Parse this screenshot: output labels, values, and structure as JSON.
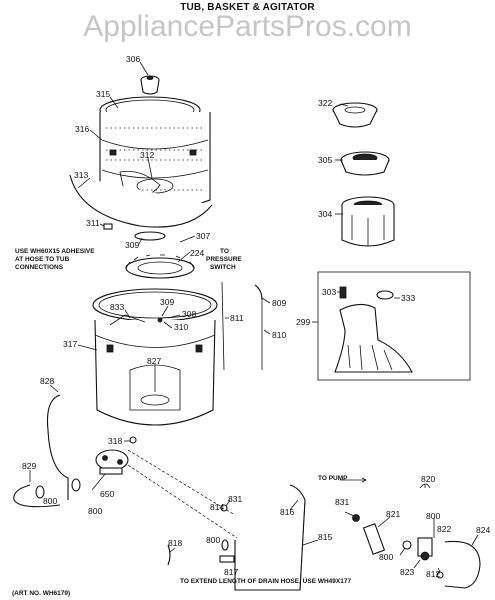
{
  "title": "TUB, BASKET & AGITATOR",
  "watermark": "AppliancePartsPros.com",
  "notes": {
    "adhesive_line1": "USE WH60X15 ADHESIVE",
    "adhesive_line2": "AT HOSE TO TUB",
    "adhesive_line3": "CONNECTIONS",
    "pressure_line1": "TO",
    "pressure_line2": "PRESSURE",
    "pressure_line3": "SWITCH",
    "to_pump": "TO PUMP",
    "drain_hose": "TO EXTEND LENGTH OF DRAIN HOSE, USE WH49X177",
    "art_no": "(ART NO. WH6179)"
  },
  "parts": {
    "p306": "306",
    "p315": "315",
    "p316": "316",
    "p312": "312",
    "p313": "313",
    "p311": "311",
    "p309a": "309",
    "p307": "307",
    "p224": "224",
    "p322": "322",
    "p305": "305",
    "p304": "304",
    "p303": "303",
    "p333": "333",
    "p299": "299",
    "p809": "809",
    "p810": "810",
    "p811": "811",
    "p833": "833",
    "p309b": "309",
    "p308": "308",
    "p310": "310",
    "p317": "317",
    "p827": "827",
    "p828": "828",
    "p318": "318",
    "p829": "829",
    "p800a": "800",
    "p800b": "800",
    "p650": "650",
    "p831a": "831",
    "p814": "814",
    "p800c": "800",
    "p817": "817",
    "p816": "816",
    "p815": "815",
    "p818": "818",
    "p831b": "831",
    "p821": "821",
    "p800d": "800",
    "p800e": "800",
    "p820": "820",
    "p822": "822",
    "p823": "823",
    "p812": "812",
    "p824": "824"
  }
}
